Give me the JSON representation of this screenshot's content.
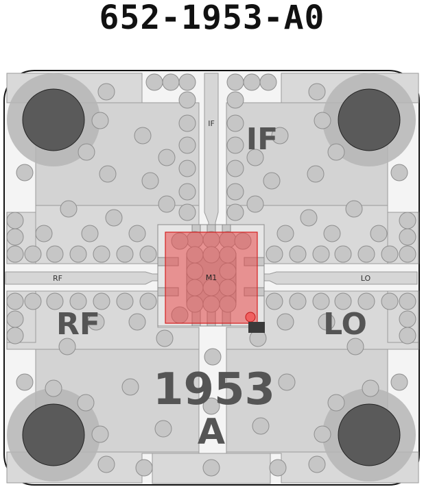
{
  "title": "652-1953-A0",
  "labels": {
    "if_small": "IF",
    "if_big": "IF",
    "rf_small": "RF",
    "rf_big": "RF",
    "lo_small": "LO",
    "lo_big": "LO",
    "component": "M1",
    "part_number": "1953",
    "revision": "A"
  },
  "colors": {
    "board_fill": "#f4f4f4",
    "board_outline": "#111111",
    "copper": "#d8d8d8",
    "copper_edge": "#9a9a9a",
    "via": "#c8c8c8",
    "mount_hole": "#5a5a5a",
    "mount_ring": "#b0b0b0",
    "highlight": "#e84a4a",
    "silkscreen": "#555555"
  }
}
